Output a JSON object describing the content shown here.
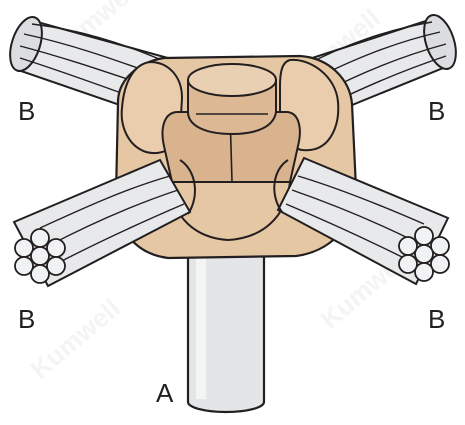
{
  "diagram": {
    "labels": {
      "rod": "A",
      "cable_top_left": "B",
      "cable_top_right": "B",
      "cable_bottom_left": "B",
      "cable_bottom_right": "B"
    },
    "watermark": "Kumwell"
  },
  "colors": {
    "connector_fill": "#e6c7a4",
    "connector_shade": "#cfa67f",
    "wire_fill": "#e8e9eb",
    "rod_fill": "#e4e5e7",
    "outline": "#231f20"
  }
}
